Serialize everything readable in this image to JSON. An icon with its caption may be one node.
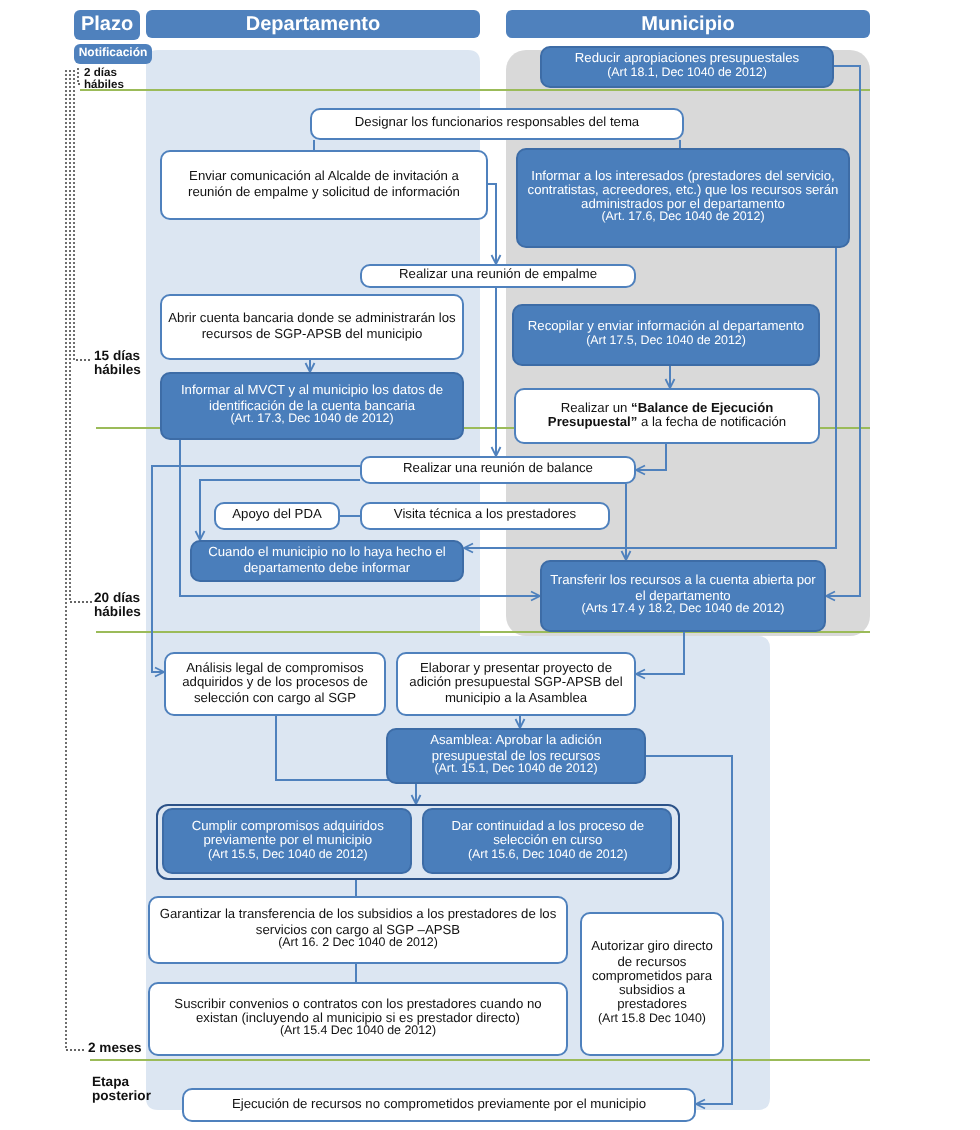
{
  "diagram": {
    "nodes": [
      {
        "text": [
          "Plazo"
        ]
      },
      {
        "text": [
          "Departamento"
        ]
      },
      {
        "text": [
          "Municipio"
        ]
      },
      {
        "text": [
          "Notificación"
        ]
      },
      {
        "text": [
          "Reducir apropiaciones presupuestales",
          "(Art 18.1, Dec 1040 de 2012)"
        ]
      },
      {
        "text": [
          "Designar los funcionarios responsables del tema"
        ]
      },
      {
        "text": [
          "Enviar comunicación al Alcalde de invitación a reunión de empalme y solicitud de información"
        ]
      },
      {
        "text": [
          "Informar a los interesados (prestadores del servicio, contratistas, acreedores, etc.) que los recursos serán administrados por el departamento",
          "(Art. 17.6, Dec 1040 de 2012)"
        ]
      },
      {
        "text": [
          "Realizar una reunión de empalme"
        ]
      },
      {
        "text": [
          "Abrir cuenta bancaria donde se administrarán los recursos de SGP-APSB del municipio"
        ]
      },
      {
        "text": [
          "Recopilar y enviar información al departamento",
          "(Art 17.5, Dec 1040 de 2012)"
        ]
      },
      {
        "text": [
          "Informar al MVCT y al municipio los datos de identificación de la cuenta bancaria",
          "(Art. 17.3, Dec 1040 de 2012)"
        ]
      },
      {
        "text": [
          "Realizar un **“Balance de Ejecución Presupuestal”** a la fecha de notificación"
        ]
      },
      {
        "text": [
          "Realizar una reunión de balance"
        ]
      },
      {
        "text": [
          "Apoyo del PDA"
        ]
      },
      {
        "text": [
          "Visita técnica a los prestadores"
        ]
      },
      {
        "text": [
          "Cuando el municipio no lo haya hecho el departamento debe informar"
        ]
      },
      {
        "text": [
          "Transferir los recursos a la cuenta abierta por el departamento",
          "(Arts 17.4 y 18.2, Dec 1040 de 2012)"
        ]
      },
      {
        "text": [
          "Análisis legal de compromisos adquiridos y de los procesos de selección con cargo al SGP"
        ]
      },
      {
        "text": [
          "Elaborar y presentar proyecto de adición presupuestal SGP-APSB del municipio a la Asamblea"
        ]
      },
      {
        "text": [
          "Asamblea: Aprobar la adición presupuestal de los recursos",
          "(Art. 15.1, Dec 1040 de 2012)"
        ]
      },
      {
        "text": [],
        "shape": "box"
      },
      {
        "text": [
          "Cumplir compromisos adquiridos previamente por el municipio",
          "(Art 15.5, Dec 1040 de 2012)"
        ],
        "in": 21
      },
      {
        "text": [
          "Dar continuidad a los proceso de selección en curso",
          "(Art 15.6, Dec 1040 de 2012)"
        ],
        "in": 21
      },
      {
        "text": [
          "Garantizar la transferencia de los subsidios a los prestadores de los servicios con cargo al SGP –APSB",
          "(Art 16. 2 Dec 1040 de 2012)"
        ]
      },
      {
        "text": [
          "Autorizar giro directo de recursos comprometidos para subsidios a prestadores",
          "(Art 15.8 Dec 1040)"
        ]
      },
      {
        "text": [
          "Suscribir convenios o contratos con los prestadores cuando no existan (incluyendo al municipio si es prestador directo)",
          "(Art 15.4 Dec 1040 de 2012)"
        ]
      },
      {
        "text": [
          "Ejecución de recursos no comprometidos previamente por el municipio"
        ]
      }
    ],
    "edges": [
      {
        "from": 5,
        "to": 6,
        "arrow": "none"
      },
      {
        "from": 5,
        "to": 7,
        "arrow": "none"
      },
      {
        "from": 6,
        "to": 8,
        "arrow": "to"
      },
      {
        "from": 8,
        "to": 13,
        "arrow": "to"
      },
      {
        "from": 9,
        "to": 11,
        "arrow": "to"
      },
      {
        "from": 10,
        "to": 12,
        "arrow": "to"
      },
      {
        "from": 12,
        "to": 13,
        "arrow": "to"
      },
      {
        "from": 4,
        "to": 17,
        "arrow": "to"
      },
      {
        "from": 7,
        "to": 16,
        "arrow": "to"
      },
      {
        "from": 13,
        "to": 16,
        "arrow": "to"
      },
      {
        "from": 13,
        "to": 18,
        "arrow": "to"
      },
      {
        "from": 11,
        "to": 17,
        "arrow": "to"
      },
      {
        "from": 13,
        "to": 17,
        "arrow": "to"
      },
      {
        "from": 14,
        "to": 15,
        "arrow": "none"
      },
      {
        "from": 17,
        "to": 19,
        "arrow": "to"
      },
      {
        "from": 19,
        "to": 20,
        "arrow": "to"
      },
      {
        "from": 18,
        "to": 21,
        "arrow": "to"
      },
      {
        "from": 20,
        "to": 27,
        "arrow": "to"
      },
      {
        "from": 21,
        "to": 24,
        "arrow": "none"
      },
      {
        "from": 24,
        "to": 26,
        "arrow": "none"
      }
    ],
    "labels": [
      "2 días hábiles",
      "15 días hábiles",
      "20 días hábiles",
      "2 meses",
      "Etapa posterior"
    ]
  }
}
